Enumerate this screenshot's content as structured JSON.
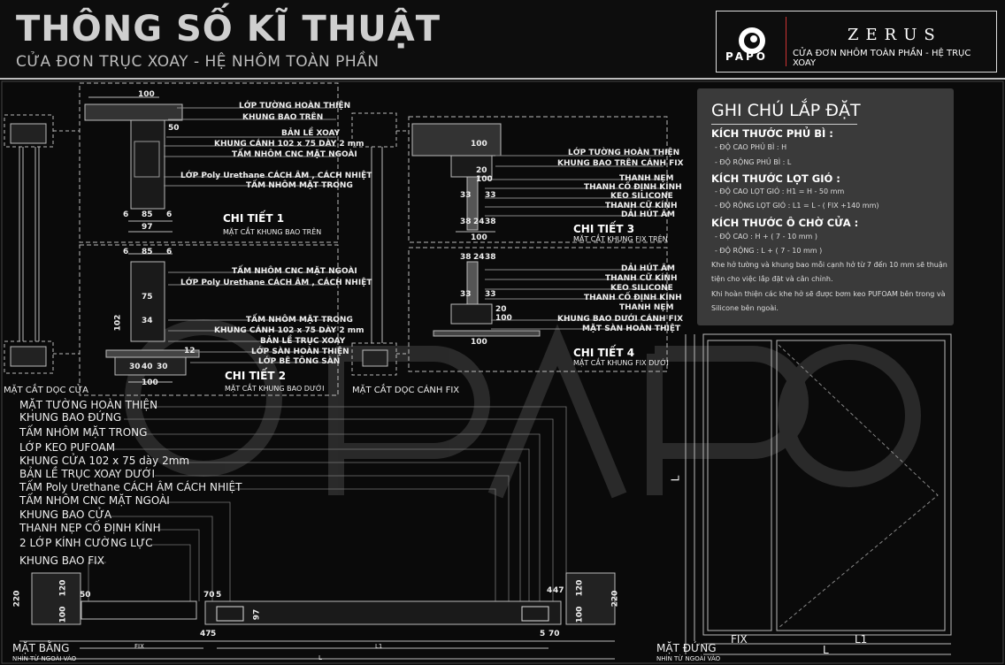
{
  "header": {
    "title": "THÔNG SỐ KĨ THUẬT",
    "subtitle": "CỬA ĐƠN TRỤC XOAY - HỆ NHÔM TOÀN PHẦN",
    "brand_name": "ZERUS",
    "brand_logo": "PAPO",
    "brand_sub": "CỬA ĐƠN NHÔM TOÀN PHẦN - HỆ TRỤC XOAY"
  },
  "detail1": {
    "labels": [
      "LỚP TƯỜNG HOÀN THIỆN",
      "KHUNG BAO TRÊN",
      "BẢN LỀ XOAY",
      "KHUNG CÁNH 102 x 75 DÀY 2 mm",
      "TẤM NHÔM CNC MẶT NGOÀI",
      "LỚP Poly Urethane CÁCH ÂM , CÁCH NHIỆT",
      "TẤM NHÔM MẶT TRONG"
    ],
    "title": "CHI TIẾT 1",
    "sub": "MẶT CẮT KHUNG BAO TRÊN",
    "dims": [
      "100",
      "50",
      "6",
      "85",
      "6",
      "97"
    ]
  },
  "detail2": {
    "labels": [
      "TẤM NHÔM CNC MẶT NGOÀI",
      "LỚP Poly Urethane CÁCH ÂM , CÁCH NHIỆT",
      "TẤM NHÔM MẶT TRONG",
      "KHUNG CÁNH 102 x 75 DÀY 2 mm",
      "BẢN LỀ TRỤC XOAY",
      "LỚP SÀN HOÀN THIỆN",
      "LỚP BÊ TÔNG SÀN"
    ],
    "title": "CHI TIẾT 2",
    "sub": "MẶT CẮT KHUNG BAO DƯỚI",
    "dims": [
      "6",
      "85",
      "6",
      "75",
      "34",
      "102",
      "12",
      "30",
      "40",
      "30",
      "100"
    ]
  },
  "detail3": {
    "labels": [
      "LỚP TƯỜNG HOÀN THIỆN",
      "KHUNG BAO TRÊN CÁNH FIX",
      "THANH NẸM",
      "THANH CỐ ĐỊNH KÍNH",
      "KEO SILICONE",
      "THANH CỮ KÍNH",
      "DẢI HÚT ÂM"
    ],
    "title": "CHI TIẾT 3",
    "sub": "MẶT CẮT KHUNG FIX TRÊN",
    "dims": [
      "100",
      "20",
      "100",
      "33",
      "33",
      "38",
      "24",
      "38",
      "100"
    ]
  },
  "detail4": {
    "labels": [
      "DẢI HÚT ÂM",
      "THANH CỮ KÍNH",
      "KEO SILICONE",
      "THANH CỐ ĐỊNH KÍNH",
      "THANH NẸM",
      "KHUNG BAO DƯỚI CÁNH FIX",
      "MẶT SÀN HOÀN THIỆT"
    ],
    "title": "CHI TIẾT 4",
    "sub": "MẶT CẮT KHUNG FIX DƯỚI",
    "dims": [
      "38",
      "24",
      "38",
      "33",
      "33",
      "100",
      "20",
      "100"
    ]
  },
  "section_labels": {
    "left": "MẶT CẮT DỌC CỬA",
    "mid": "MẶT CẮT DỌC CÁNH FIX"
  },
  "legend": [
    "MẶT TƯỜNG HOÀN THIỆN",
    "KHUNG BAO ĐỨNG",
    "TẤM NHÔM MẶT TRONG",
    "LỚP KEO PUFOAM",
    "KHUNG CỬA 102 x 75 dày 2mm",
    "BẢN LỀ TRỤC XOAY DƯỚI",
    "TẤM Poly Urethane CÁCH ÂM CÁCH NHIỆT",
    "TẤM NHÔM CNC MẶT NGOÀI",
    "KHUNG BAO CỬA",
    "THANH NẸP CỐ ĐỊNH KÍNH",
    "2 LỚP KÍNH CƯỜNG LỰC",
    "KHUNG BAO FIX"
  ],
  "plan": {
    "title": "MẶT BẰNG",
    "sub": "NHÌN TỪ NGOÀI VÀO",
    "dims": [
      "220",
      "120",
      "50",
      "100",
      "70",
      "5",
      "47",
      "5",
      "70",
      "97",
      "4",
      "47",
      "5",
      "120",
      "100",
      "220",
      "FIX",
      "L1",
      "L"
    ]
  },
  "elevation": {
    "title": "MẶT ĐỨNG",
    "sub": "NHÌN TỪ NGOÀI VÀO",
    "dims": [
      "FIX",
      "L1",
      "L",
      "L"
    ]
  },
  "notes": {
    "title": "GHI CHÚ LẮP ĐẶT",
    "h1": "KÍCH THƯỚC PHỦ BÌ :",
    "h1_items": [
      "- ĐỘ CAO PHỦ BÌ : H",
      "- ĐỘ RỘNG PHỦ BÌ : L"
    ],
    "h2": "KÍCH THƯỚC LỌT GIÓ :",
    "h2_items": [
      "- ĐỘ CAO LỌT GIÓ : H1 = H - 50 mm",
      "- ĐỘ RỘNG LỌT GIÓ : L1 = L - ( FIX +140 mm)"
    ],
    "h3": "KÍCH THƯỚC Ô CHỜ CỬA :",
    "h3_items": [
      "- ĐỘ CAO : H + ( 7 - 10 mm )",
      "- ĐỘ RỘNG : L + ( 7 - 10 mm )"
    ],
    "p1a": "Khe hở tường và khung bao mỗi cạnh hở từ 7 đến 10 mm sẽ thuận",
    "p1b": "tiện cho việc lắp đặt và cân chỉnh.",
    "p2a": "Khi hoàn thiện các khe hở sẽ được bơm keo PUFOAM bên trong và",
    "p2b": "Silicone bên ngoài."
  }
}
